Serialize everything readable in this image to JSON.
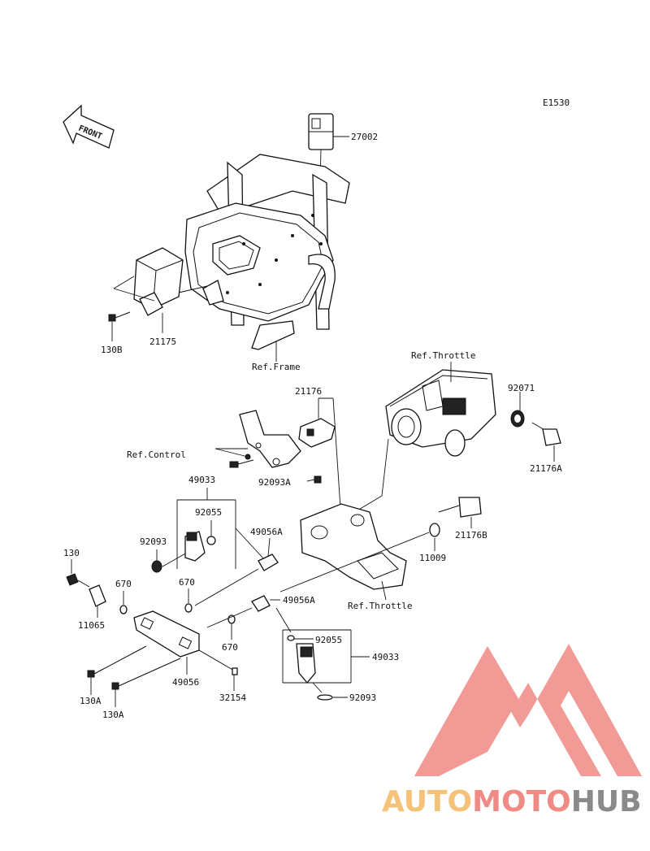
{
  "diagram_code": "E1530",
  "front_label": "FRONT",
  "labels": {
    "p27002": "27002",
    "p21175": "21175",
    "p130B": "130B",
    "ref_frame": "Ref.Frame",
    "ref_throttle_top": "Ref.Throttle",
    "p92071": "92071",
    "p21176": "21176",
    "ref_control": "Ref.Control",
    "p21176A": "21176A",
    "p92093A": "92093A",
    "p49033_top": "49033",
    "p92055_top": "92055",
    "p49056A_top": "49056A",
    "p21176B": "21176B",
    "p92093_top": "92093",
    "p11009": "11009",
    "p130": "130",
    "p670_a": "670",
    "p670_b": "670",
    "p11065": "11065",
    "p49056A_bottom": "49056A",
    "ref_throttle_bottom": "Ref.Throttle",
    "p92055_bottom": "92055",
    "p670_c": "670",
    "p49033_bottom": "49033",
    "p49056": "49056",
    "p130A_a": "130A",
    "p32154": "32154",
    "p92093_bottom": "92093",
    "p130A_b": "130A"
  },
  "watermark": {
    "part1": "AUTO",
    "part2": "MOTO",
    "part3": "HUB",
    "color_logo": "#f08a84",
    "color_auto": "#f5c27a",
    "color_moto": "#f08a84",
    "color_hub": "#8a8a8a"
  }
}
